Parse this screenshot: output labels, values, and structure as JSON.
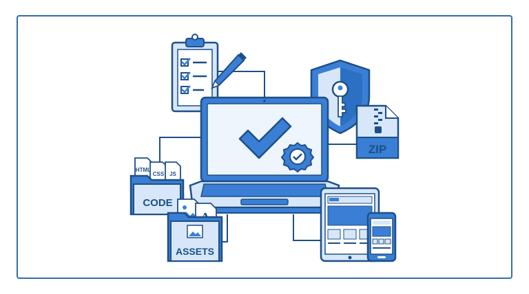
{
  "folders": {
    "code": {
      "label": "CODE",
      "files": [
        "HTML",
        "CSS",
        "JS"
      ]
    },
    "assets": {
      "label": "ASSETS",
      "glyph": "A"
    }
  },
  "archive": {
    "label": "ZIP"
  },
  "icons": [
    "checklist-clipboard-icon",
    "pencil-icon",
    "laptop-icon",
    "checkmark-icon",
    "verified-badge-icon",
    "shield-key-icon",
    "zip-file-icon",
    "code-folder-icon",
    "assets-folder-icon",
    "tablet-icon",
    "phone-icon"
  ],
  "colors": {
    "accent": "#3a7fd5",
    "outline": "#1d4f86",
    "fill_light": "#d7e7f9",
    "fill_pale": "#eef5fd",
    "frame": "#2f6ea8"
  }
}
